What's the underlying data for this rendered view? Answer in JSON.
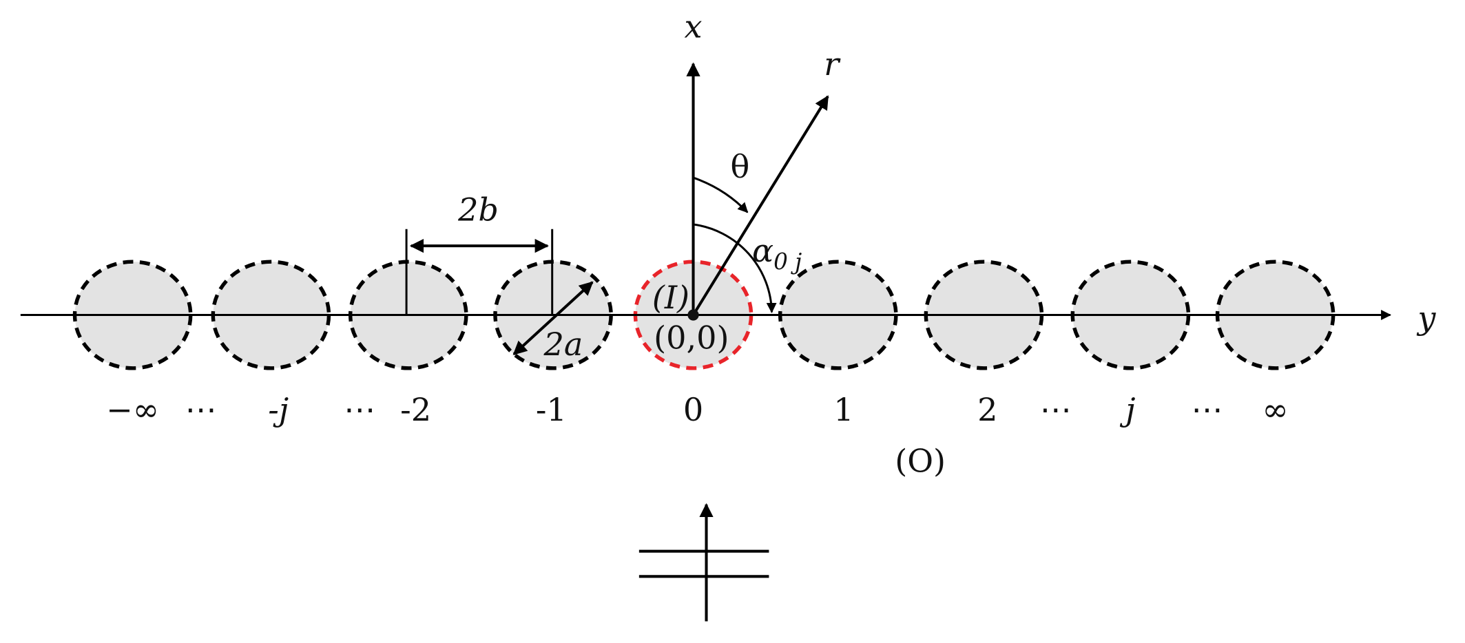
{
  "colors": {
    "circle_fill": "#e3e3e3",
    "circle_stroke": "#000000",
    "reference_circle_stroke": "#e8242a",
    "line": "#000000"
  },
  "labels": {
    "x_axis": "x",
    "y_axis": "y",
    "r_axis": "r",
    "theta": "θ",
    "alpha": "α",
    "alpha_sub": "0 j",
    "spacing": "2b",
    "diameter": "2a",
    "inner_region": "(I)",
    "origin": "(0,0)",
    "outer_region": "(O)"
  },
  "indices": [
    {
      "text": "−∞",
      "italic": false
    },
    {
      "text": "⋯",
      "italic": false
    },
    {
      "text": "-j",
      "italic": true
    },
    {
      "text": "⋯",
      "italic": false
    },
    {
      "text": "-2",
      "italic": false
    },
    {
      "text": "-1",
      "italic": false
    },
    {
      "text": "0",
      "italic": false
    },
    {
      "text": "1",
      "italic": false
    },
    {
      "text": "2",
      "italic": false
    },
    {
      "text": "⋯",
      "italic": false
    },
    {
      "text": "j",
      "italic": true
    },
    {
      "text": "⋯",
      "italic": false
    },
    {
      "text": "∞",
      "italic": false
    }
  ]
}
